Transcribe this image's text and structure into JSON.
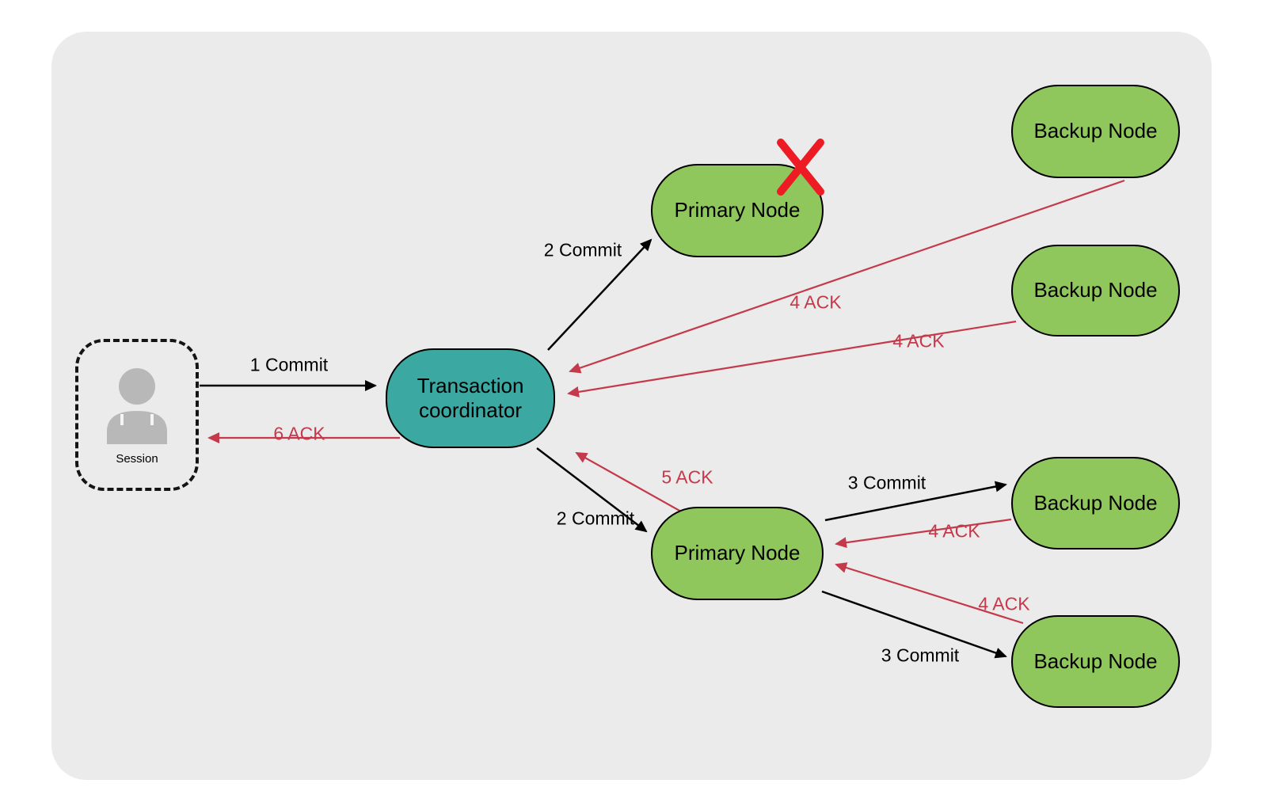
{
  "nodes": {
    "session": {
      "label": "Session"
    },
    "coordinator": {
      "label": "Transaction coordinator"
    },
    "primary_failed": {
      "label": "Primary Node"
    },
    "primary_active": {
      "label": "Primary Node"
    },
    "backup_top_1": {
      "label": "Backup Node"
    },
    "backup_top_2": {
      "label": "Backup Node"
    },
    "backup_bottom_1": {
      "label": "Backup Node"
    },
    "backup_bottom_2": {
      "label": "Backup Node"
    }
  },
  "edges": {
    "commit_1": {
      "label": "1 Commit",
      "color": "#000000"
    },
    "commit_2_top": {
      "label": "2 Commit",
      "color": "#000000"
    },
    "commit_2_bottom": {
      "label": "2 Commit",
      "color": "#000000"
    },
    "commit_3_top": {
      "label": "3 Commit",
      "color": "#000000"
    },
    "commit_3_bottom": {
      "label": "3 Commit",
      "color": "#000000"
    },
    "ack_4_top_1": {
      "label": "4 ACK",
      "color": "#c43a4b"
    },
    "ack_4_top_2": {
      "label": "4 ACK",
      "color": "#c43a4b"
    },
    "ack_4_bottom_1": {
      "label": "4 ACK",
      "color": "#c43a4b"
    },
    "ack_4_bottom_2": {
      "label": "4 ACK",
      "color": "#c43a4b"
    },
    "ack_5": {
      "label": "5 ACK",
      "color": "#c43a4b"
    },
    "ack_6": {
      "label": "6 ACK",
      "color": "#c43a4b"
    }
  },
  "colors": {
    "page_background": "#ffffff",
    "panel_background": "#ebebeb",
    "node_green": "#8fc75c",
    "node_teal": "#3ba8a2",
    "edge_black": "#000000",
    "edge_red": "#c43a4b",
    "failure_x": "#ed1c24",
    "person_gray": "#b8b8b8"
  }
}
